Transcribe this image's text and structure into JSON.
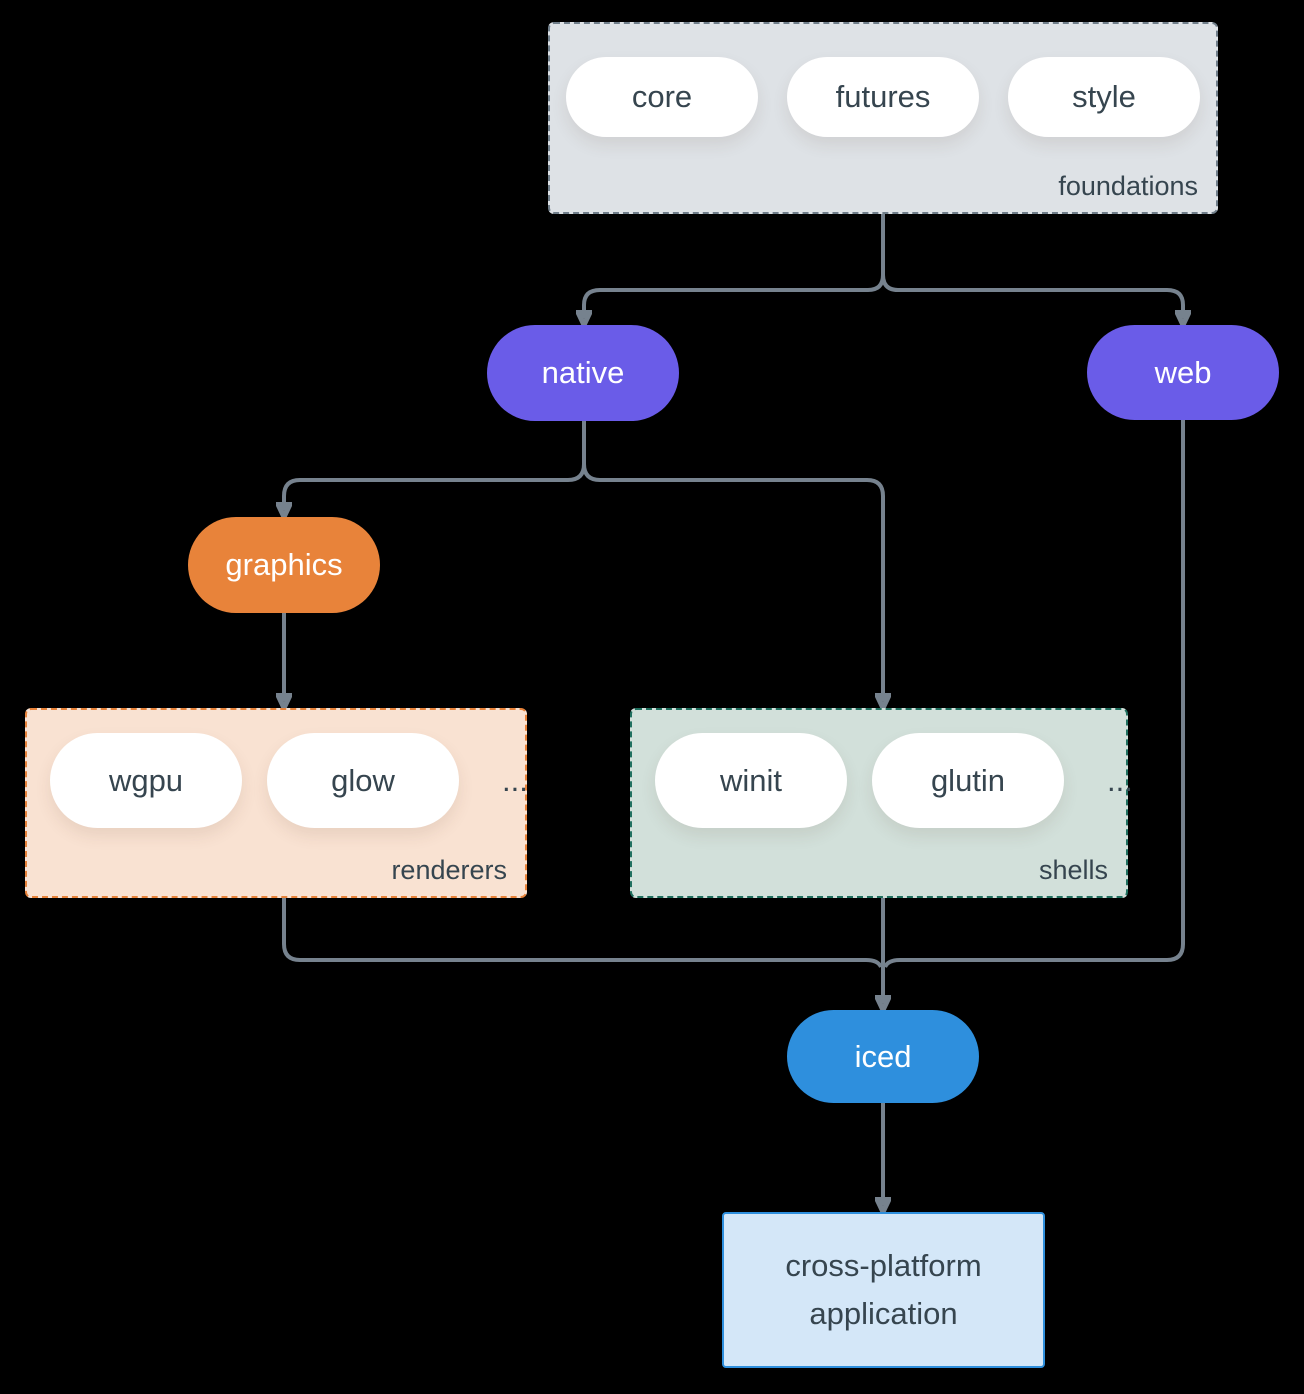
{
  "diagram": {
    "foundations": {
      "label": "foundations",
      "pills": [
        "core",
        "futures",
        "style"
      ]
    },
    "native": {
      "label": "native"
    },
    "web": {
      "label": "web"
    },
    "graphics": {
      "label": "graphics"
    },
    "renderers": {
      "label": "renderers",
      "pills": [
        "wgpu",
        "glow"
      ],
      "ellipsis": "..."
    },
    "shells": {
      "label": "shells",
      "pills": [
        "winit",
        "glutin"
      ],
      "ellipsis": "..."
    },
    "iced": {
      "label": "iced"
    },
    "application": {
      "label": "cross-platform application"
    }
  },
  "colors": {
    "background": "#000000",
    "arrow": "#76828e",
    "purple_node": "#6a5ce8",
    "orange_node": "#e8833a",
    "blue_node": "#2e8fdd",
    "white_pill": "#ffffff",
    "foundations_fill": "#dee2e6",
    "foundations_border": "#707e8a",
    "renderers_fill": "#f9e2d2",
    "renderers_border": "#e8833a",
    "shells_fill": "#d2e0da",
    "shells_border": "#20705f",
    "application_fill": "#d4e7f8",
    "application_border": "#2e8fdd",
    "dark_text": "#36454f",
    "light_text": "#ffffff"
  }
}
